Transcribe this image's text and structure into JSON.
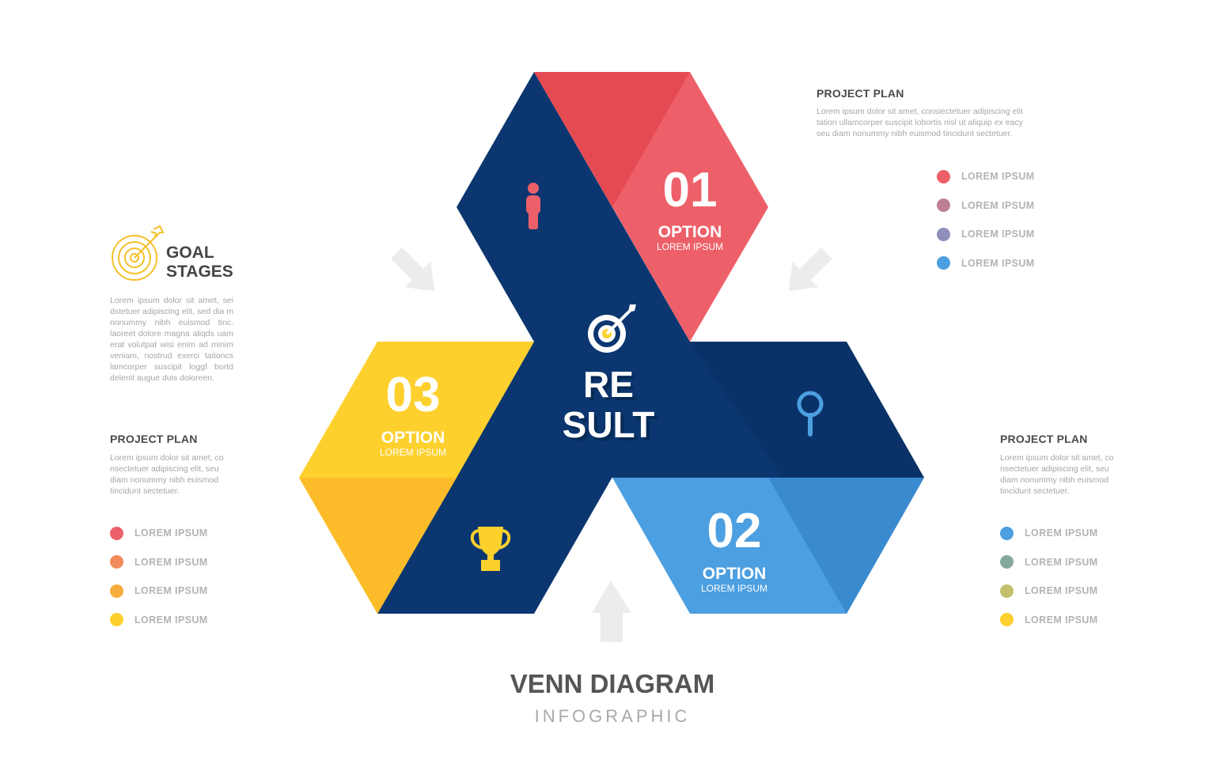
{
  "colors": {
    "navy": "#0b3670",
    "red": "#ee6069",
    "red_dark": "#e54a52",
    "blue": "#4c9fe0",
    "blue_dark": "#3a8ad0",
    "yellow": "#fdd02e",
    "yellow_dark": "#fcbc2a",
    "arrow": "#ececec"
  },
  "center": {
    "line1": "RE",
    "line2": "SULT",
    "icon": "target-icon"
  },
  "options": [
    {
      "number": "01",
      "label": "OPTION",
      "sub": "LOREM IPSUM",
      "icon": "person-icon"
    },
    {
      "number": "02",
      "label": "OPTION",
      "sub": "LOREM IPSUM",
      "icon": "magnifier-icon"
    },
    {
      "number": "03",
      "label": "OPTION",
      "sub": "LOREM IPSUM",
      "icon": "trophy-icon"
    }
  ],
  "goal": {
    "line1": "GOAL",
    "line2": "STAGES",
    "icon": "target-arrow-icon",
    "text": "Lorem ipsum dolor sit amet, sei dstetuer adipiscing elit, sed dia m nonummy nibh euismod tinc. laoreet dolore magna aliqds uam erat volutpat wisi enim ad minim veniam, nostrud exerci tationcs lamcorper suscipit loggf bortd delenit augue duis doloreen."
  },
  "panels": {
    "top_right": {
      "heading": "PROJECT PLAN",
      "text": "Lorem ipsum dolor sit amet, consiectetuer adipiscing elit tation ullamcorper suscipit lobortis nisl ut aliquip ex eacy seu diam nonummy nibh euismod tincidunt sectetuer.",
      "legend": [
        {
          "label": "LOREM IPSUM",
          "color": "#ee6069"
        },
        {
          "label": "LOREM IPSUM",
          "color": "#bd7f95"
        },
        {
          "label": "LOREM IPSUM",
          "color": "#8e8fbb"
        },
        {
          "label": "LOREM IPSUM",
          "color": "#4c9fe0"
        }
      ]
    },
    "left": {
      "heading": "PROJECT PLAN",
      "text": "Lorem ipsum dolor sit amet, co nsectetuer adipiscing elit, seu diam nonummy nibh euismod tincidunt sectetuer.",
      "legend": [
        {
          "label": "LOREM IPSUM",
          "color": "#ee6069"
        },
        {
          "label": "LOREM IPSUM",
          "color": "#f28b59"
        },
        {
          "label": "LOREM IPSUM",
          "color": "#f7ad3c"
        },
        {
          "label": "LOREM IPSUM",
          "color": "#fdd02e"
        }
      ]
    },
    "right": {
      "heading": "PROJECT PLAN",
      "text": "Lorem ipsum dolor sit amet, co nsectetuer adipiscing elit, seu diam nonummy nibh euismod tincidunt sectetuer.",
      "legend": [
        {
          "label": "LOREM IPSUM",
          "color": "#4c9fe0"
        },
        {
          "label": "LOREM IPSUM",
          "color": "#85a89d"
        },
        {
          "label": "LOREM IPSUM",
          "color": "#c3bf6c"
        },
        {
          "label": "LOREM IPSUM",
          "color": "#fdd02e"
        }
      ]
    }
  },
  "footer": {
    "title": "VENN DIAGRAM",
    "subtitle": "INFOGRAPHIC"
  }
}
